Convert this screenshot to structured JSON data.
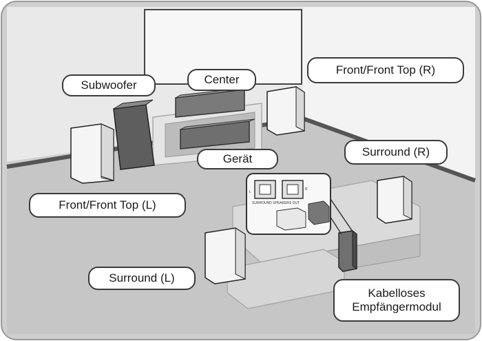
{
  "labels": {
    "subwoofer": "Subwoofer",
    "center": "Center",
    "front_right": "Front/Front Top (R)",
    "device": "Gerät",
    "surround_right": "Surround (R)",
    "front_left": "Front/Front Top (L)",
    "surround_left": "Surround (L)",
    "receiver_line1": "Kabelloses",
    "receiver_line2": "Empfängermodul"
  },
  "inset": {
    "port_left": "L",
    "port_right": "R",
    "caption": "SURROUND SPEAKERS OUT"
  },
  "colors": {
    "frame_background": "#d7d7d7",
    "floor": "#c9c9c9",
    "wall": "#e6e6e6",
    "label_border": "#3a3a3a",
    "speaker_dark": "#6a6a6a",
    "speaker_light": "#f2f2f2"
  }
}
